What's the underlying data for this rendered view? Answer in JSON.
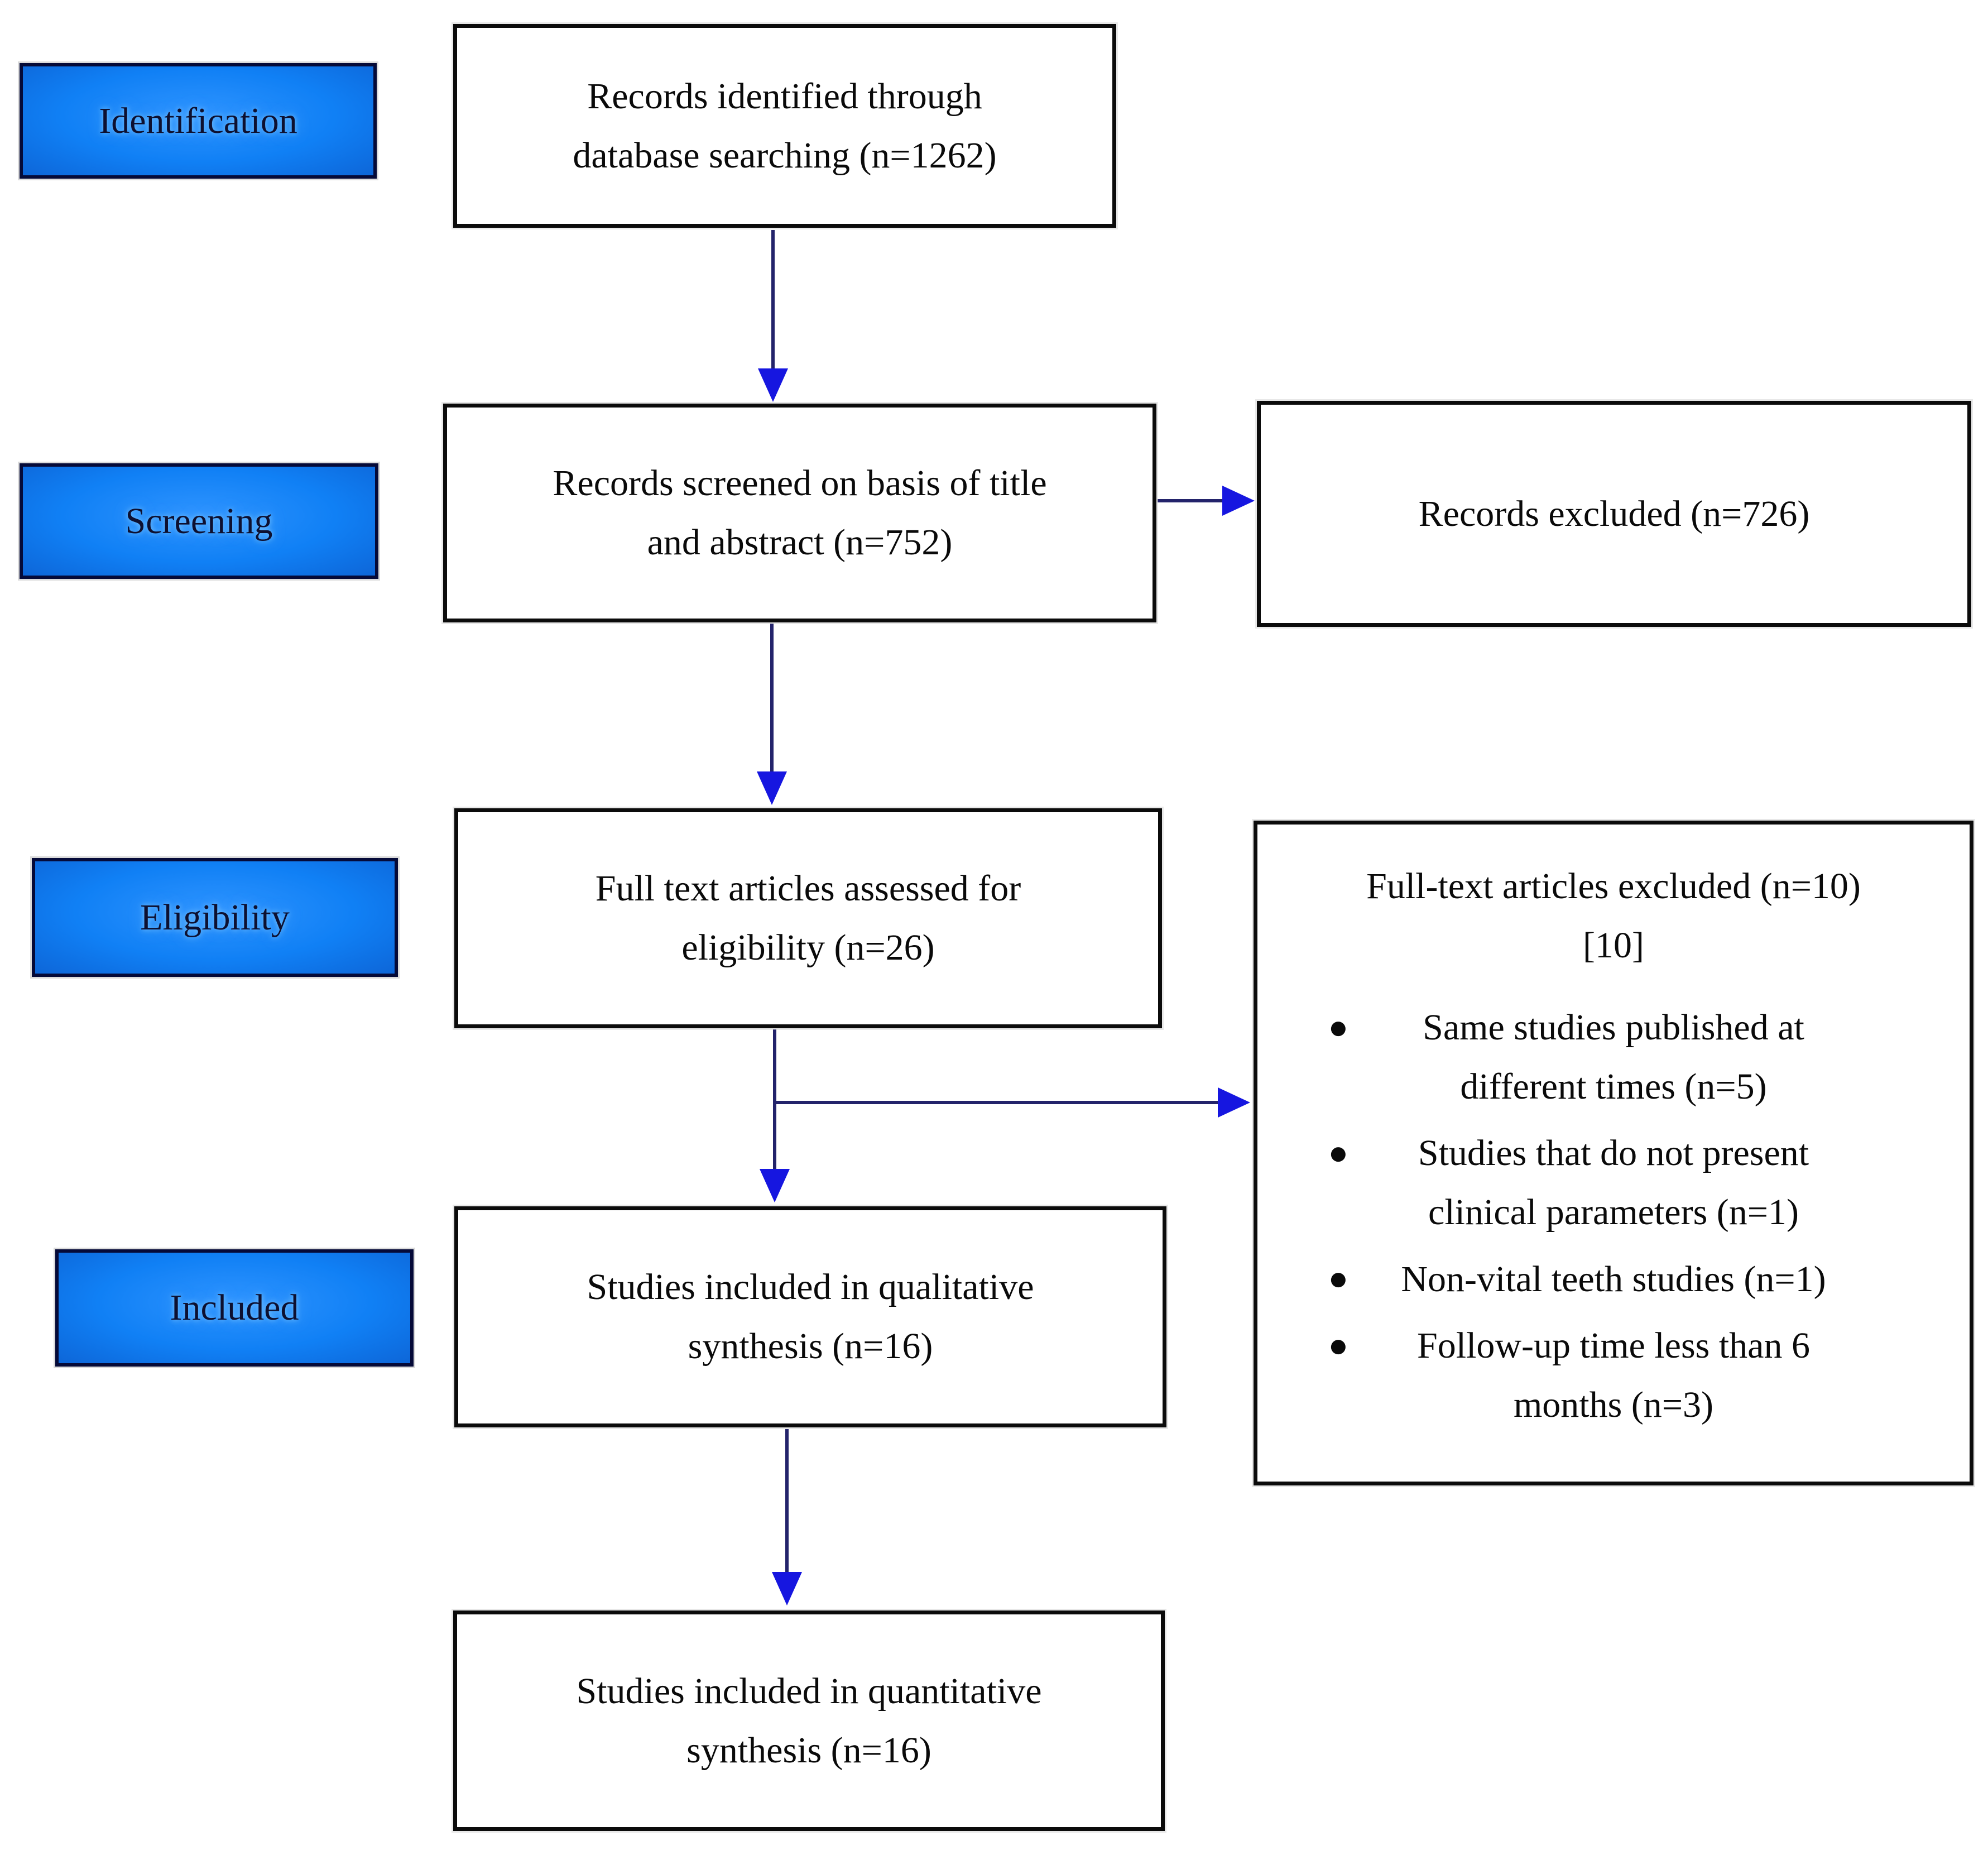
{
  "colors": {
    "background": "#ffffff",
    "stage_fill": "#1080f5",
    "stage_border": "#050a38",
    "stage_text": "#0d1030",
    "box_border": "#0b0b0b",
    "box_text": "#0a0a0a",
    "arrow_line": "#23236b",
    "arrow_head": "#1616e0"
  },
  "stages": [
    {
      "label": "Identification"
    },
    {
      "label": "Screening"
    },
    {
      "label": "Eligibility"
    },
    {
      "label": "Included"
    }
  ],
  "boxes": {
    "identified": {
      "n": 1262,
      "lines": [
        "Records identified through",
        "database searching (n=1262)"
      ]
    },
    "screened": {
      "n": 752,
      "lines": [
        "Records screened on basis of title",
        "and abstract (n=752)"
      ]
    },
    "assessed": {
      "n": 26,
      "lines": [
        "Full text articles assessed for",
        "eligibility (n=26)"
      ]
    },
    "qualitative": {
      "n": 16,
      "lines": [
        "Studies included in qualitative",
        "synthesis (n=16)"
      ]
    },
    "quantitative": {
      "n": 16,
      "lines": [
        "Studies included in quantitative",
        "synthesis (n=16)"
      ]
    },
    "records_excluded": {
      "n": 726,
      "lines": [
        "Records excluded (n=726)"
      ]
    },
    "fulltext_excluded": {
      "n": 10,
      "title_lines": [
        "Full-text articles excluded (n=10)",
        "[10]"
      ],
      "bullet_glyph": "●",
      "reasons": [
        {
          "n": 5,
          "lines": [
            "Same studies published at",
            "different times (n=5)"
          ]
        },
        {
          "n": 1,
          "lines": [
            "Studies that do not present",
            "clinical parameters (n=1)"
          ]
        },
        {
          "n": 1,
          "lines": [
            "Non-vital teeth studies (n=1)"
          ]
        },
        {
          "n": 3,
          "lines": [
            "Follow-up time less than 6",
            "months (n=3)"
          ]
        }
      ]
    }
  }
}
